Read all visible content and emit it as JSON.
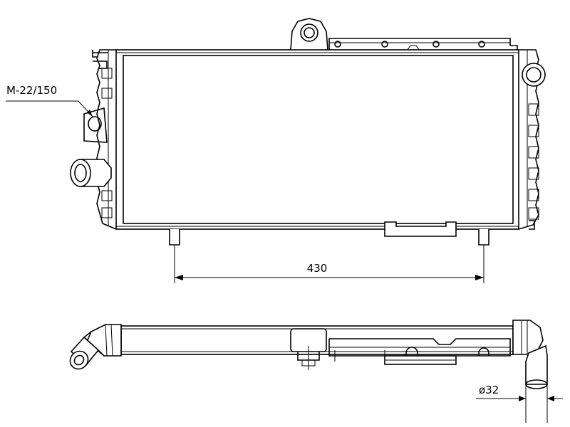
{
  "annotations": {
    "thread_callout": "M-22/150",
    "width_dimension": "430",
    "pipe_diameter": "ø32"
  },
  "colors": {
    "line": "#000000",
    "background": "#ffffff"
  }
}
